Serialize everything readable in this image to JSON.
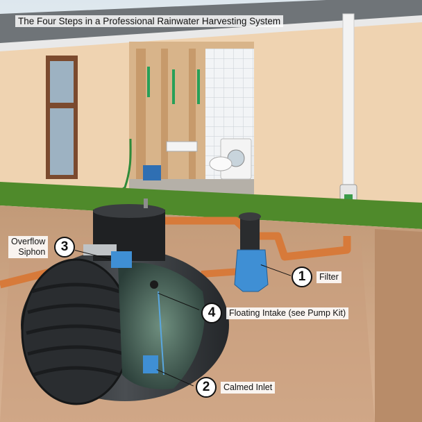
{
  "title": "The Four Steps in a Professional Rainwater Harvesting System",
  "callouts": [
    {
      "number": "1",
      "label": "Filter"
    },
    {
      "number": "2",
      "label": "Calmed Inlet"
    },
    {
      "number": "3",
      "label": "Overflow Siphon"
    },
    {
      "number": "4",
      "label": "Floating Intake (see Pump Kit)"
    }
  ],
  "overflow_label_line1": "Overflow",
  "overflow_label_line2": "Siphon",
  "colors": {
    "wall": "#efd3b1",
    "roof": "#6f7478",
    "grass": "#4f8a2b",
    "soil": "#c9a07f",
    "tank": "#2e3134",
    "pipe": "#d77a3a",
    "filter": "#3f8fd4"
  }
}
